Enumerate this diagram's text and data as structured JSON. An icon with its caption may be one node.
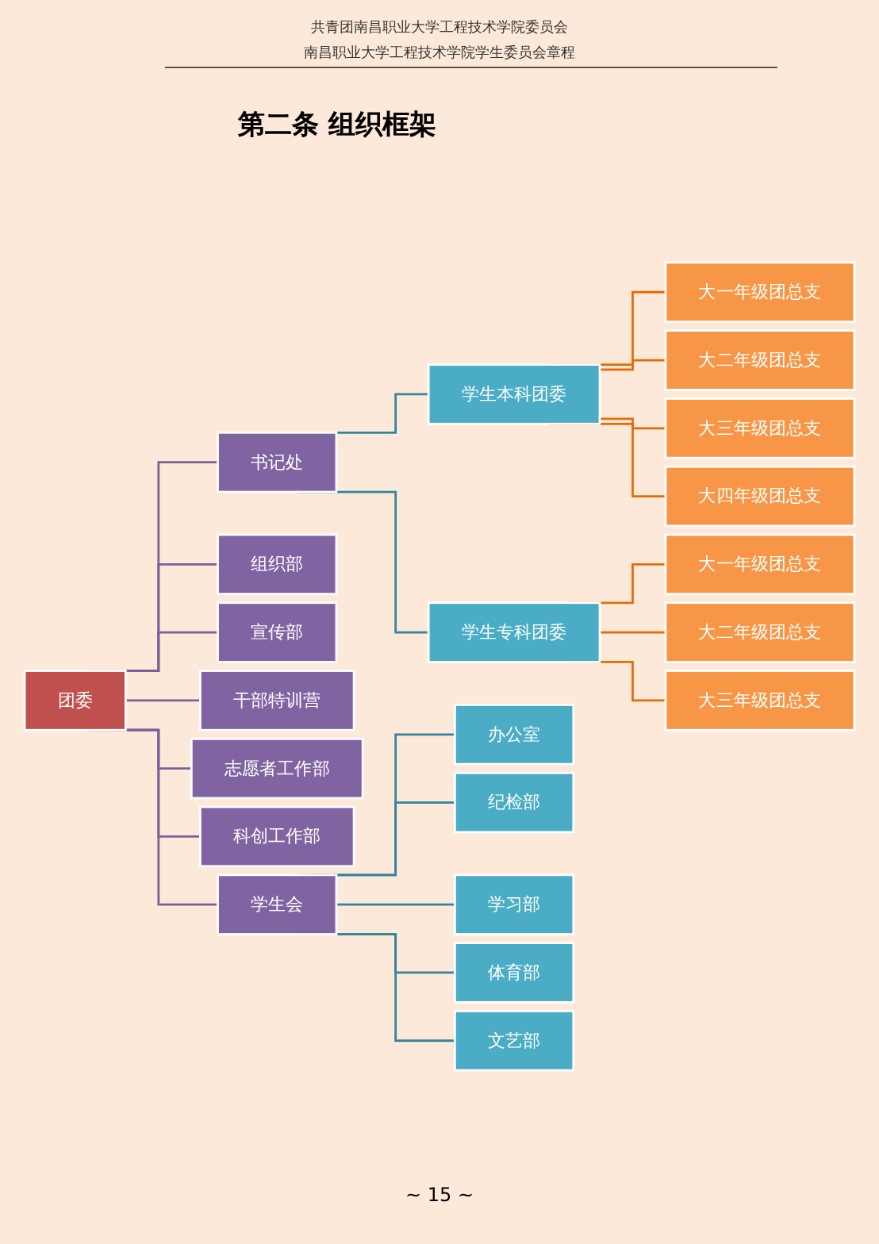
{
  "diagram": {
    "title": "第二条 组织框架",
    "nodes": [
      {
        "text": [
          "团委"
        ]
      },
      {
        "text": [
          "书记处"
        ]
      },
      {
        "text": [
          "组织部"
        ]
      },
      {
        "text": [
          "宣传部"
        ]
      },
      {
        "text": [
          "干部特训营"
        ]
      },
      {
        "text": [
          "志愿者工作部"
        ]
      },
      {
        "text": [
          "科创工作部"
        ]
      },
      {
        "text": [
          "学生会"
        ]
      },
      {
        "text": [
          "学生本科团委"
        ]
      },
      {
        "text": [
          "学生专科团委"
        ]
      },
      {
        "text": [
          "大一年级团总支"
        ]
      },
      {
        "text": [
          "大二年级团总支"
        ]
      },
      {
        "text": [
          "大三年级团总支"
        ]
      },
      {
        "text": [
          "大四年级团总支"
        ]
      },
      {
        "text": [
          "大一年级团总支"
        ]
      },
      {
        "text": [
          "大二年级团总支"
        ]
      },
      {
        "text": [
          "大三年级团总支"
        ]
      },
      {
        "text": [
          "办公室"
        ]
      },
      {
        "text": [
          "纪检部"
        ]
      },
      {
        "text": [
          "学习部"
        ]
      },
      {
        "text": [
          "体育部"
        ]
      },
      {
        "text": [
          "文艺部"
        ]
      }
    ],
    "edges": [
      {
        "from": 0,
        "to": 1,
        "arrow": "none",
        "color": "#7f5f99"
      },
      {
        "from": 0,
        "to": 2,
        "arrow": "none",
        "color": "#7f5f99"
      },
      {
        "from": 0,
        "to": 3,
        "arrow": "none",
        "color": "#7f5f99"
      },
      {
        "from": 0,
        "to": 4,
        "arrow": "none",
        "color": "#7f5f99"
      },
      {
        "from": 0,
        "to": 5,
        "arrow": "none",
        "color": "#7f5f99"
      },
      {
        "from": 0,
        "to": 6,
        "arrow": "none",
        "color": "#7f5f99"
      },
      {
        "from": 0,
        "to": 7,
        "arrow": "none",
        "color": "#7f5f99"
      },
      {
        "from": 1,
        "to": 8,
        "arrow": "none",
        "color": "#31859c"
      },
      {
        "from": 1,
        "to": 9,
        "arrow": "none",
        "color": "#31859c"
      },
      {
        "from": 8,
        "to": 10,
        "arrow": "none",
        "color": "#e36c09"
      },
      {
        "from": 8,
        "to": 11,
        "arrow": "none",
        "color": "#e36c09"
      },
      {
        "from": 8,
        "to": 12,
        "arrow": "none",
        "color": "#e36c09"
      },
      {
        "from": 8,
        "to": 13,
        "arrow": "none",
        "color": "#e36c09"
      },
      {
        "from": 9,
        "to": 14,
        "arrow": "none",
        "color": "#e36c09"
      },
      {
        "from": 9,
        "to": 15,
        "arrow": "none",
        "color": "#e36c09"
      },
      {
        "from": 9,
        "to": 16,
        "arrow": "none",
        "color": "#e36c09"
      },
      {
        "from": 7,
        "to": 17,
        "arrow": "none",
        "color": "#31859c"
      },
      {
        "from": 7,
        "to": 18,
        "arrow": "none",
        "color": "#31859c"
      },
      {
        "from": 7,
        "to": 19,
        "arrow": "none",
        "color": "#31859c"
      },
      {
        "from": 7,
        "to": 20,
        "arrow": "none",
        "color": "#31859c"
      },
      {
        "from": 7,
        "to": 21,
        "arrow": "none",
        "color": "#31859c"
      }
    ],
    "labels": [
      "共青团南昌职业大学工程技术学院委员会",
      "南昌职业大学工程技术学院学生委员会章程",
      "~ 15 ~"
    ]
  }
}
